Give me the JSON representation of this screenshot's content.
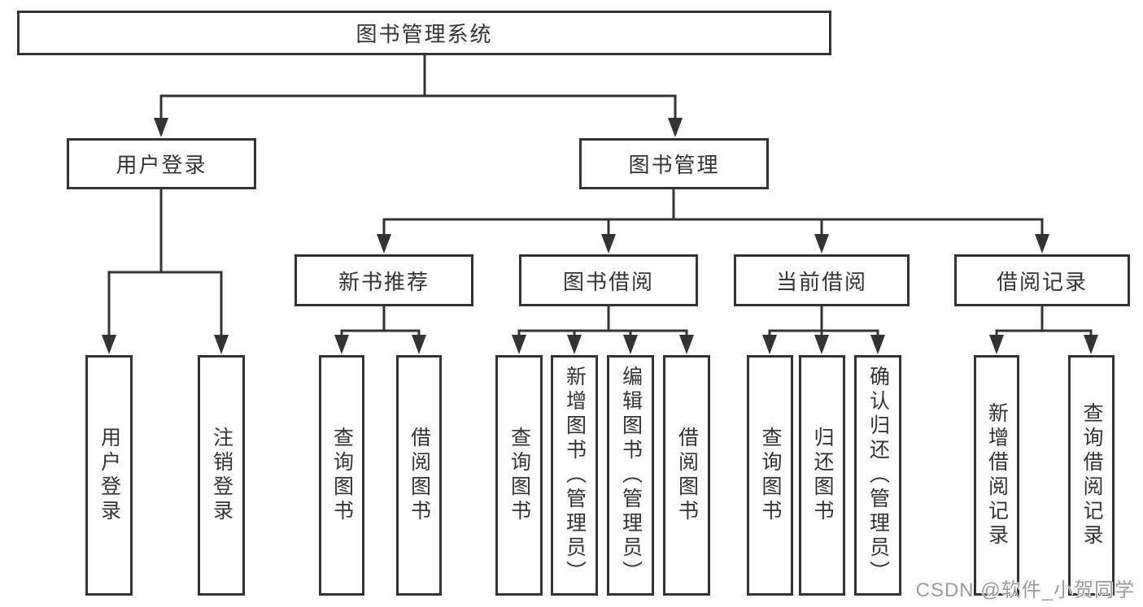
{
  "diagram": {
    "root": "图书管理系统",
    "branches": [
      {
        "label": "用户登录",
        "children": [
          "用户登录",
          "注销登录"
        ]
      },
      {
        "label": "图书管理",
        "groups": [
          {
            "label": "新书推荐",
            "children": [
              "查询图书",
              "借阅图书"
            ]
          },
          {
            "label": "图书借阅",
            "children": [
              "查询图书",
              "新增图书（管理员）",
              "编辑图书（管理员）",
              "借阅图书"
            ]
          },
          {
            "label": "当前借阅",
            "children": [
              "查询图书",
              "归还图书",
              "确认归还（管理员）"
            ]
          },
          {
            "label": "借阅记录",
            "children": [
              "新增借阅记录",
              "查询借阅记录"
            ]
          }
        ]
      }
    ]
  },
  "watermark": "CSDN @软件_小贺同学",
  "colors": {
    "line": "#333333",
    "box_border": "#333333",
    "text": "#333333",
    "watermark": "#9b9b9b",
    "background": "#ffffff"
  }
}
